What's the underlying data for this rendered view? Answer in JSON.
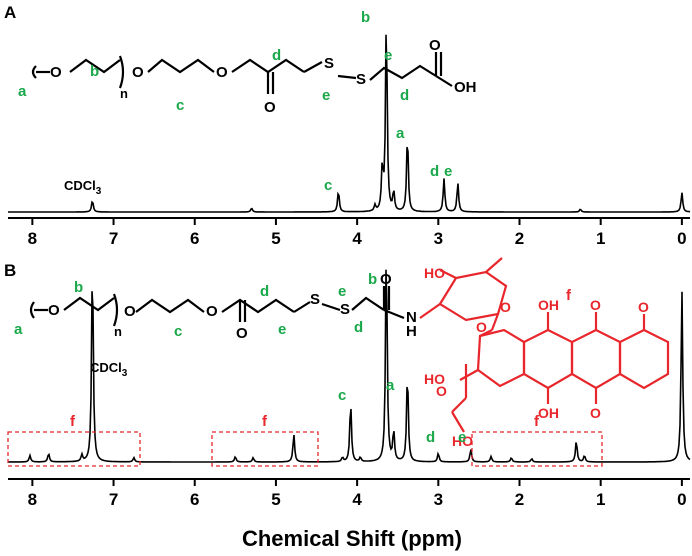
{
  "colors": {
    "spectrum": "#000000",
    "label_green": "#1aa84a",
    "dox_red": "#e8262b"
  },
  "chart_data": {
    "type": "line",
    "xlabel": "Chemical Shift (ppm)",
    "xlim": [
      8.3,
      -0.1
    ],
    "xticks": [
      8,
      7,
      6,
      5,
      4,
      3,
      2,
      1,
      0
    ],
    "xtick_labels": [
      "8",
      "7",
      "6",
      "5",
      "4",
      "3",
      "2",
      "1",
      "0"
    ],
    "panels": [
      {
        "panel": "A",
        "peaks": [
          {
            "ppm": 7.26,
            "height": 0.06,
            "label": "CDCl3"
          },
          {
            "ppm": 5.3,
            "height": 0.02,
            "label": ""
          },
          {
            "ppm": 4.23,
            "height": 0.11,
            "label": "c"
          },
          {
            "ppm": 3.78,
            "height": 0.03,
            "label": ""
          },
          {
            "ppm": 3.69,
            "height": 0.22,
            "label": ""
          },
          {
            "ppm": 3.64,
            "height": 1.0,
            "label": "b"
          },
          {
            "ppm": 3.55,
            "height": 0.1,
            "label": ""
          },
          {
            "ppm": 3.38,
            "height": 0.4,
            "label": "a"
          },
          {
            "ppm": 2.93,
            "height": 0.17,
            "label": "d"
          },
          {
            "ppm": 2.76,
            "height": 0.15,
            "label": "e"
          },
          {
            "ppm": 1.25,
            "height": 0.015,
            "label": ""
          },
          {
            "ppm": 0.0,
            "height": 0.1,
            "label": ""
          }
        ],
        "annotations": [
          "a",
          "b",
          "c",
          "d",
          "e",
          "CDCl3"
        ]
      },
      {
        "panel": "B",
        "peaks": [
          {
            "ppm": 8.03,
            "height": 0.03,
            "label": "f"
          },
          {
            "ppm": 7.8,
            "height": 0.04,
            "label": "f"
          },
          {
            "ppm": 7.39,
            "height": 0.03,
            "label": "f"
          },
          {
            "ppm": 7.26,
            "height": 0.95,
            "label": "CDCl3"
          },
          {
            "ppm": 6.75,
            "height": 0.02,
            "label": "f"
          },
          {
            "ppm": 5.5,
            "height": 0.025,
            "label": "f"
          },
          {
            "ppm": 5.28,
            "height": 0.02,
            "label": "f"
          },
          {
            "ppm": 4.78,
            "height": 0.13,
            "label": "f"
          },
          {
            "ppm": 4.18,
            "height": 0.02,
            "label": ""
          },
          {
            "ppm": 4.08,
            "height": 0.28,
            "label": "c"
          },
          {
            "ppm": 3.96,
            "height": 0.02,
            "label": ""
          },
          {
            "ppm": 3.64,
            "height": 1.0,
            "label": "b"
          },
          {
            "ppm": 3.55,
            "height": 0.14,
            "label": ""
          },
          {
            "ppm": 3.38,
            "height": 0.42,
            "label": "a"
          },
          {
            "ppm": 3.0,
            "height": 0.04,
            "label": "d"
          },
          {
            "ppm": 2.6,
            "height": 0.06,
            "label": "e"
          },
          {
            "ppm": 2.35,
            "height": 0.025,
            "label": "f"
          },
          {
            "ppm": 2.1,
            "height": 0.02,
            "label": "f"
          },
          {
            "ppm": 1.85,
            "height": 0.015,
            "label": "f"
          },
          {
            "ppm": 1.3,
            "height": 0.1,
            "label": "f"
          },
          {
            "ppm": 1.2,
            "height": 0.03,
            "label": "f"
          },
          {
            "ppm": 0.0,
            "height": 0.8,
            "label": ""
          }
        ],
        "annotations": [
          "a",
          "b",
          "c",
          "d",
          "e",
          "f",
          "CDCl3"
        ]
      }
    ]
  },
  "figure": {
    "panel_a": "A",
    "panel_b": "B",
    "solvent": "CDCl",
    "solvent_sub": "3",
    "labels": {
      "a": "a",
      "b": "b",
      "c": "c",
      "d": "d",
      "e": "e",
      "f": "f",
      "n": "n"
    },
    "atoms": {
      "O": "O",
      "S": "S",
      "OH": "OH",
      "N": "N",
      "H": "H",
      "HO": "HO"
    }
  }
}
